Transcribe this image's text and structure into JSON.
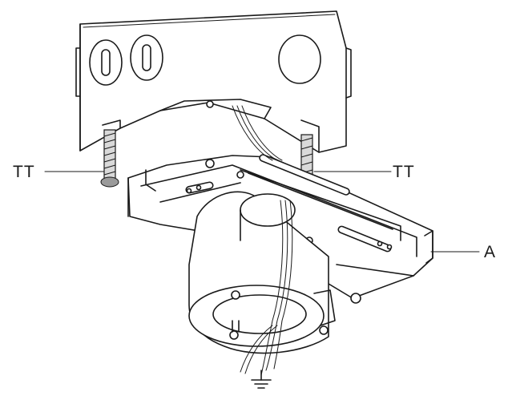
{
  "labels": {
    "screw_left": "TT",
    "screw_right": "TT",
    "bracket": "A"
  },
  "icons": {
    "ground": "ground-symbol-icon"
  }
}
